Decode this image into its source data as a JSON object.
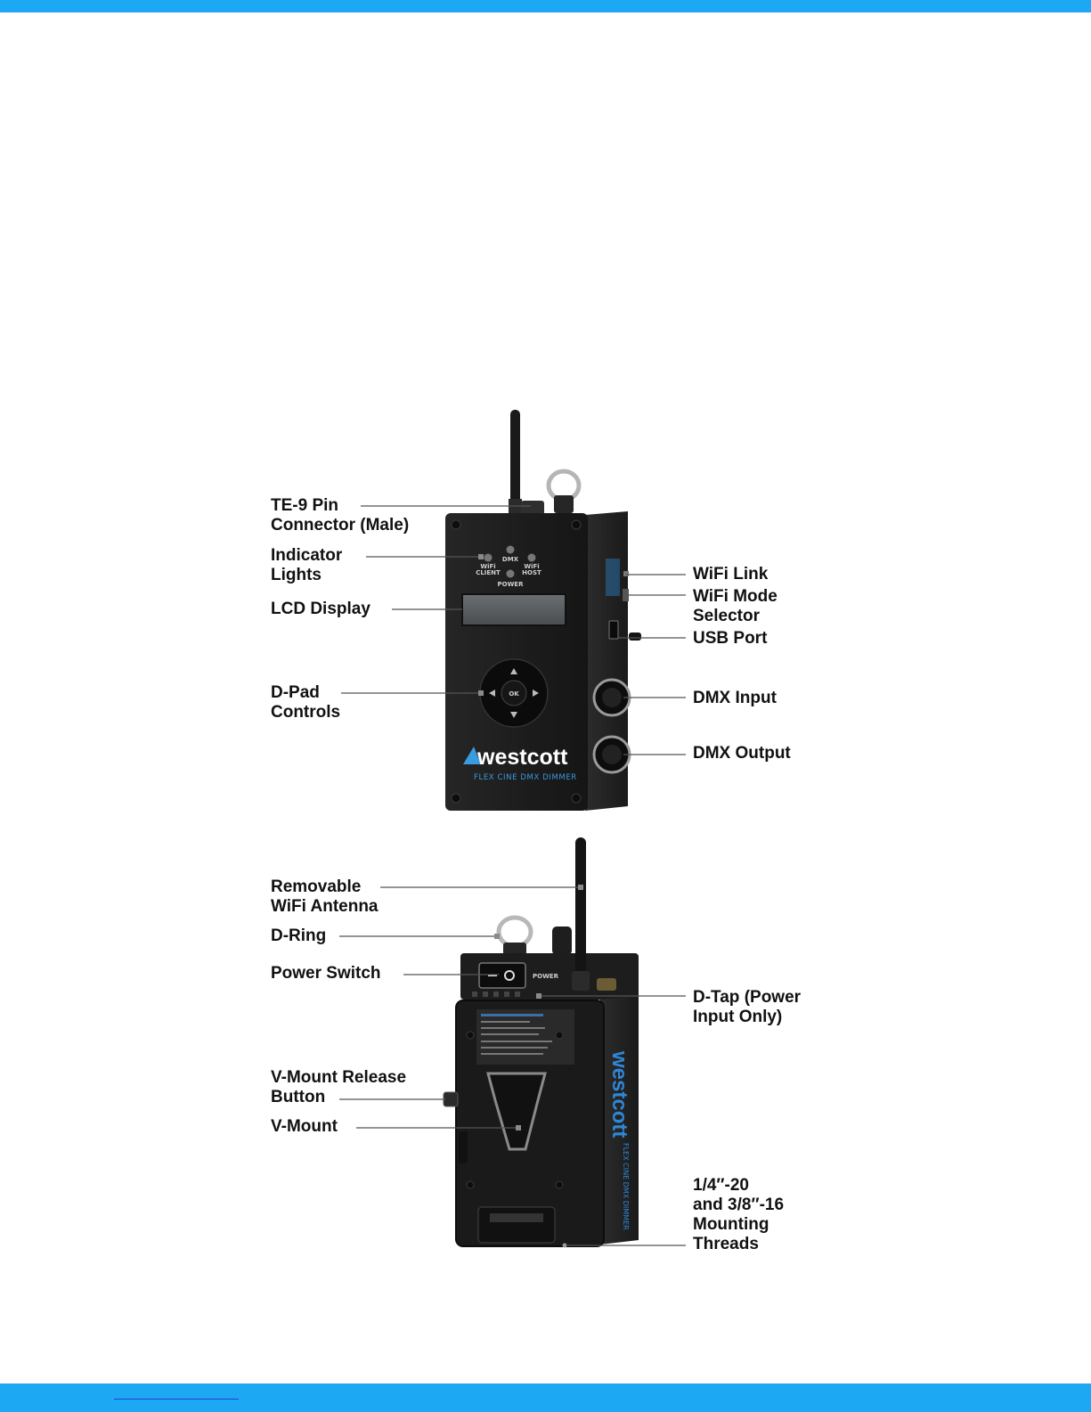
{
  "colors": {
    "accent_bar": "#1da8f3",
    "device_body": "#1c1c1c",
    "logo_blue": "#3a9be0",
    "leader_line": "#555555"
  },
  "front_view": {
    "device_text": {
      "led_wifi_client": "WiFi\nCLIENT",
      "led_dmx": "DMX",
      "led_wifi_host": "WiFi\nHOST",
      "led_power": "POWER",
      "ok_key": "OK",
      "brand": "westcott",
      "model": "FLEX CINE DMX DIMMER"
    },
    "labels": {
      "te9_connector": "TE-9 Pin\nConnector (Male)",
      "indicator_lights": "Indicator\nLights",
      "lcd_display": "LCD Display",
      "dpad_controls": "D-Pad\nControls",
      "wifi_link": "WiFi Link",
      "wifi_mode_selector": "WiFi Mode\nSelector",
      "usb_port": "USB Port",
      "dmx_input": "DMX Input",
      "dmx_output": "DMX Output"
    }
  },
  "back_view": {
    "device_text": {
      "power_label": "POWER",
      "side_brand": "westcott",
      "side_model": "FLEX CINE DMX DIMMER"
    },
    "labels": {
      "removable_antenna": "Removable\nWiFi Antenna",
      "d_ring": "D-Ring",
      "power_switch": "Power Switch",
      "d_tap": "D-Tap (Power\nInput Only)",
      "vmount_release": "V-Mount Release\nButton",
      "vmount": "V-Mount",
      "mounting_threads": "1/4″-20\nand 3/8″-16\nMounting\nThreads"
    }
  }
}
